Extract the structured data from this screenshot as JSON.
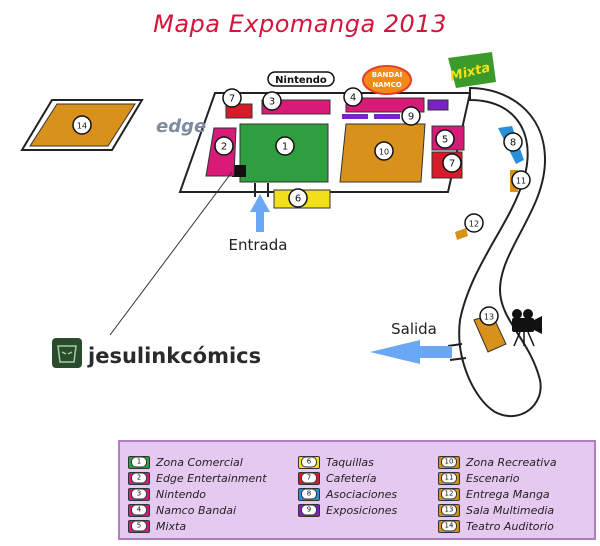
{
  "title": "Mapa Expomanga 2013",
  "labels": {
    "entrada": "Entrada",
    "salida": "Salida",
    "nintendo": "Nintendo",
    "edge": "edge",
    "bandai": "BANDAI NAMCO",
    "mixta": "Mixta",
    "sponsor": "jesulinkcómics"
  },
  "markers": [
    "1",
    "2",
    "3",
    "4",
    "5",
    "6",
    "7",
    "7",
    "8",
    "9",
    "10",
    "11",
    "12",
    "13",
    "14"
  ],
  "legend": [
    {
      "num": "1",
      "label": "Zona Comercial",
      "color": "#2e9e3e"
    },
    {
      "num": "2",
      "label": "Edge Entertainment",
      "color": "#d81b78"
    },
    {
      "num": "3",
      "label": "Nintendo",
      "color": "#d81b78"
    },
    {
      "num": "4",
      "label": "Namco Bandai",
      "color": "#d81b78"
    },
    {
      "num": "5",
      "label": "Mixta",
      "color": "#d81b78"
    },
    {
      "num": "6",
      "label": "Taquillas",
      "color": "#f2e01c"
    },
    {
      "num": "7",
      "label": "Cafetería",
      "color": "#d81b2a"
    },
    {
      "num": "8",
      "label": "Asociaciones",
      "color": "#2b8fd8"
    },
    {
      "num": "9",
      "label": "Exposiciones",
      "color": "#7a22c8"
    },
    {
      "num": "10",
      "label": "Zona Recreativa",
      "color": "#d8911a"
    },
    {
      "num": "11",
      "label": "Escenario",
      "color": "#d8911a"
    },
    {
      "num": "12",
      "label": "Entrega Manga",
      "color": "#d8911a"
    },
    {
      "num": "13",
      "label": "Sala Multimedia",
      "color": "#d8911a"
    },
    {
      "num": "14",
      "label": "Teatro Auditorio",
      "color": "#d8911a"
    }
  ]
}
